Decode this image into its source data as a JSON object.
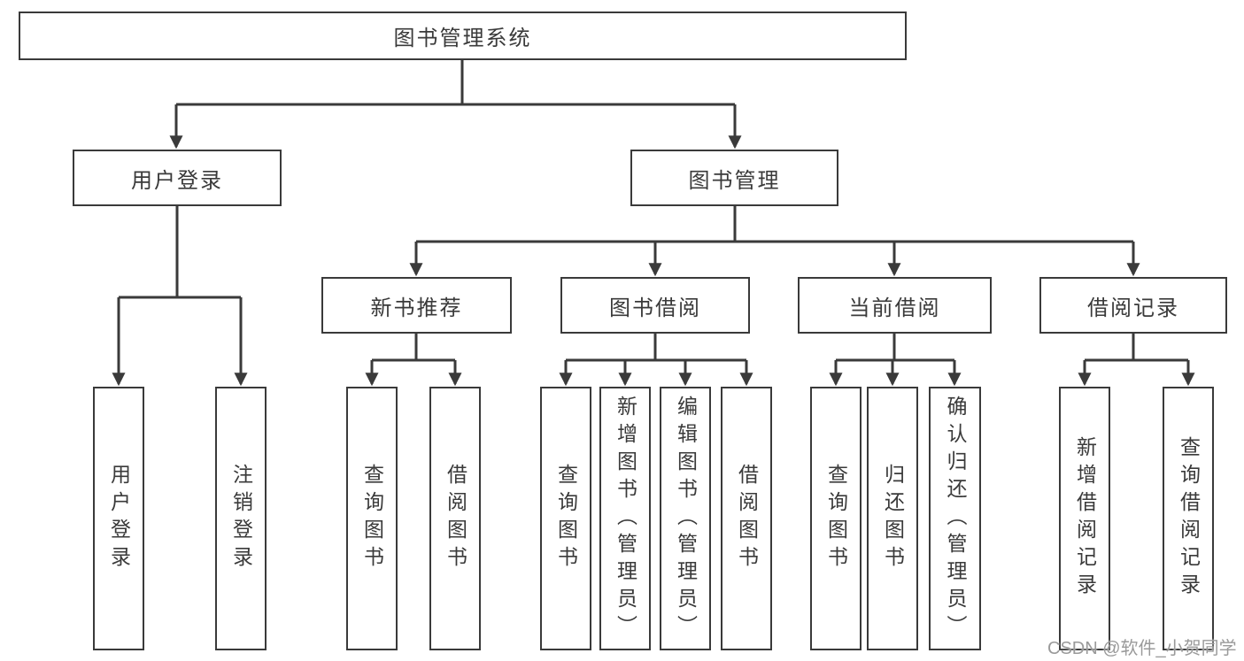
{
  "tree": {
    "label": "图书管理系统",
    "children": [
      {
        "label": "用户登录",
        "children": [
          {
            "label": "用户登录"
          },
          {
            "label": "注销登录"
          }
        ]
      },
      {
        "label": "图书管理",
        "children": [
          {
            "label": "新书推荐",
            "children": [
              {
                "label": "查询图书"
              },
              {
                "label": "借阅图书"
              }
            ]
          },
          {
            "label": "图书借阅",
            "children": [
              {
                "label": "查询图书"
              },
              {
                "label": "新增图书（管理员）"
              },
              {
                "label": "编辑图书（管理员）"
              },
              {
                "label": "借阅图书"
              }
            ]
          },
          {
            "label": "当前借阅",
            "children": [
              {
                "label": "查询图书"
              },
              {
                "label": "归还图书"
              },
              {
                "label": "确认归还（管理员）"
              }
            ]
          },
          {
            "label": "借阅记录",
            "children": [
              {
                "label": "新增借阅记录"
              },
              {
                "label": "查询借阅记录"
              }
            ]
          }
        ]
      }
    ]
  },
  "watermark": "CSDN @软件_小贺同学",
  "colors": {
    "line": "#3a3a3a",
    "text": "#3a3a3a",
    "background": "#ffffff",
    "watermark": "#9a9a9a"
  }
}
